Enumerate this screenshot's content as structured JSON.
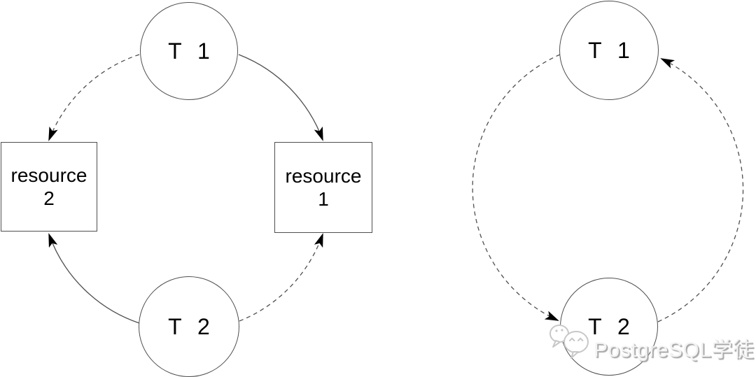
{
  "colors": {
    "background": "#ffffff",
    "line": "#4f4f4f",
    "node_border": "#4f4f4f",
    "arrowhead": "#000000",
    "label_text": "#000000",
    "watermark": "#b5b5b5"
  },
  "left_diagram": {
    "t1": {
      "label": "T 1"
    },
    "t2": {
      "label": "T 2"
    },
    "resource2": {
      "line1": "resource",
      "line2": "2"
    },
    "resource1": {
      "line1": "resource",
      "line2": "1"
    },
    "edges": [
      {
        "from": "T 1",
        "to": "resource 2",
        "style": "dashed"
      },
      {
        "from": "T 1",
        "to": "resource 1",
        "style": "solid"
      },
      {
        "from": "T 2",
        "to": "resource 2",
        "style": "solid"
      },
      {
        "from": "T 2",
        "to": "resource 1",
        "style": "dashed"
      }
    ]
  },
  "right_diagram": {
    "t1": {
      "label": "T 1"
    },
    "t2": {
      "label": "T 2"
    },
    "edges": [
      {
        "from": "T 1",
        "to": "T 2",
        "style": "dashed"
      },
      {
        "from": "T 2",
        "to": "T 1",
        "style": "dashed"
      }
    ]
  },
  "watermark": {
    "text": "PostgreSQL学徒"
  }
}
